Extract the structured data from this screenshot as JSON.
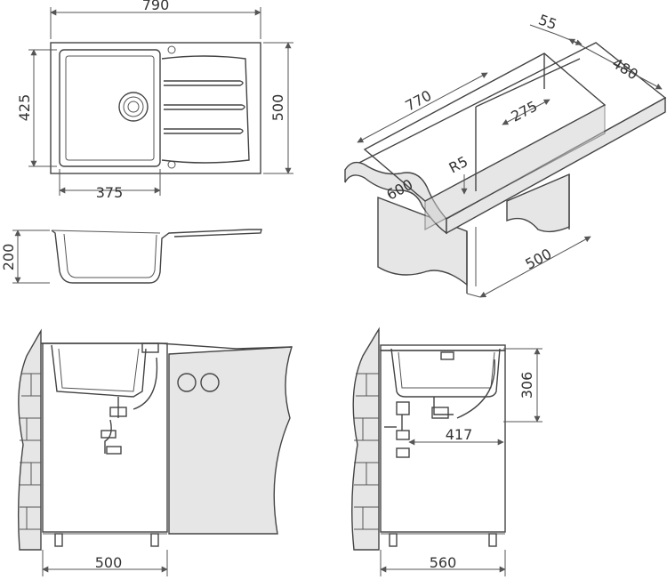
{
  "diagram": {
    "top_view": {
      "width_label": "790",
      "depth_label": "500",
      "bowl_depth_label": "425",
      "bowl_width_label": "375"
    },
    "side_profile": {
      "height_label": "200"
    },
    "cutout_view": {
      "wing_label": "55",
      "depth_label": "480",
      "length_label": "770",
      "width_label": "275",
      "radius_label": "R5",
      "front_label": "600",
      "cabinet_label": "500"
    },
    "front_install": {
      "cabinet_width_label": "500"
    },
    "side_install": {
      "bowl_height_label": "306",
      "drain_offset_label": "417",
      "cabinet_depth_label": "560"
    }
  }
}
